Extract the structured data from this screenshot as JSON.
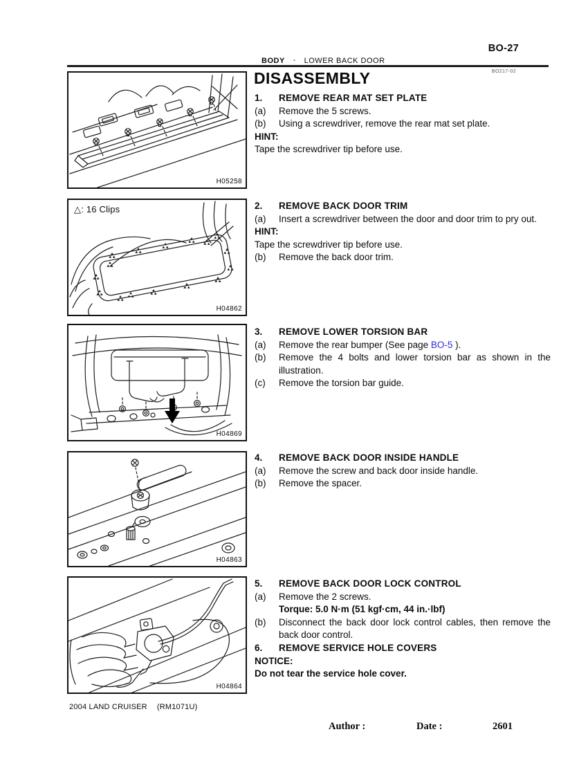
{
  "page": {
    "code": "BO-27",
    "header": {
      "section": "BODY",
      "separator": "-",
      "subsection": "LOWER BACK DOOR"
    },
    "revision_code": "BO217-02",
    "title": "DISASSEMBLY",
    "footer": {
      "model_line": "2004 LAND CRUISER",
      "manual_code": "(RM1071U)",
      "author_label": "Author :",
      "date_label": "Date :",
      "page_id": "2601"
    }
  },
  "figures": [
    {
      "code": "H05258"
    },
    {
      "code": "H04862",
      "annotation": "△: 16 Clips"
    },
    {
      "code": "H04869"
    },
    {
      "code": "H04863"
    },
    {
      "code": "H04864"
    }
  ],
  "steps": [
    {
      "number": "1.",
      "title": "REMOVE REAR MAT SET PLATE",
      "items": [
        {
          "label": "(a)",
          "text": "Remove the 5 screws."
        },
        {
          "label": "(b)",
          "text": "Using a screwdriver, remove the rear mat set plate."
        }
      ],
      "hint_label": "HINT:",
      "hint_text": "Tape the screwdriver tip before use."
    },
    {
      "number": "2.",
      "title": "REMOVE BACK DOOR TRIM",
      "items": [
        {
          "label": "(a)",
          "text": "Insert a screwdriver between the door and door trim to pry out."
        },
        {
          "label": "(b)",
          "text": "Remove the back door trim."
        }
      ],
      "hint_label": "HINT:",
      "hint_text": "Tape the screwdriver tip before use."
    },
    {
      "number": "3.",
      "title": "REMOVE LOWER TORSION BAR",
      "items": [
        {
          "label": "(a)",
          "text_pre": "Remove the rear bumper (See page ",
          "link": "BO-5",
          "text_post": " )."
        },
        {
          "label": "(b)",
          "text": "Remove the 4 bolts and lower torsion bar as shown in the illustration."
        },
        {
          "label": "(c)",
          "text": "Remove the torsion bar guide."
        }
      ]
    },
    {
      "number": "4.",
      "title": "REMOVE BACK DOOR INSIDE HANDLE",
      "items": [
        {
          "label": "(a)",
          "text": "Remove the screw and back door inside handle."
        },
        {
          "label": "(b)",
          "text": "Remove the spacer."
        }
      ]
    },
    {
      "number": "5.",
      "title": "REMOVE BACK DOOR LOCK CONTROL",
      "items": [
        {
          "label": "(a)",
          "text": "Remove the 2 screws."
        },
        {
          "label": "(b)",
          "text": "Disconnect the back door lock control cables, then remove the back door control."
        }
      ],
      "torque": "Torque: 5.0 N·m (51 kgf·cm, 44 in.·lbf)"
    },
    {
      "number": "6.",
      "title": "REMOVE SERVICE HOLE COVERS",
      "notice_label": "NOTICE:",
      "notice_text": "Do not tear the service hole cover."
    }
  ],
  "colors": {
    "link": "#2b2bd8",
    "ink": "#1a1a1a"
  }
}
